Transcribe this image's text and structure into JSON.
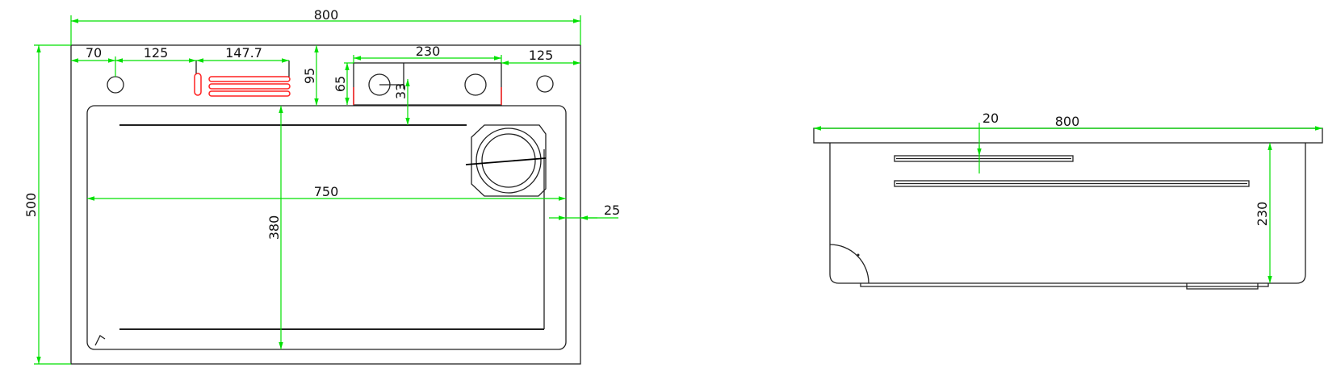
{
  "colors": {
    "dimension": "#00e000",
    "accent": "#ff2020",
    "outline": "#222222"
  },
  "top_view": {
    "overall_width": "800",
    "overall_depth": "500",
    "margin_left": "70",
    "hole_spacing": "125",
    "slot_length": "147.7",
    "back_edge_to_bowl": "95",
    "module_width": "230",
    "margin_right": "125",
    "module_depth": "65",
    "module_inset": "33",
    "bowl_width": "750",
    "bowl_depth": "380",
    "side_margin": "25"
  },
  "side_view": {
    "overall_width": "800",
    "groove_offset": "20",
    "bowl_height": "230"
  }
}
